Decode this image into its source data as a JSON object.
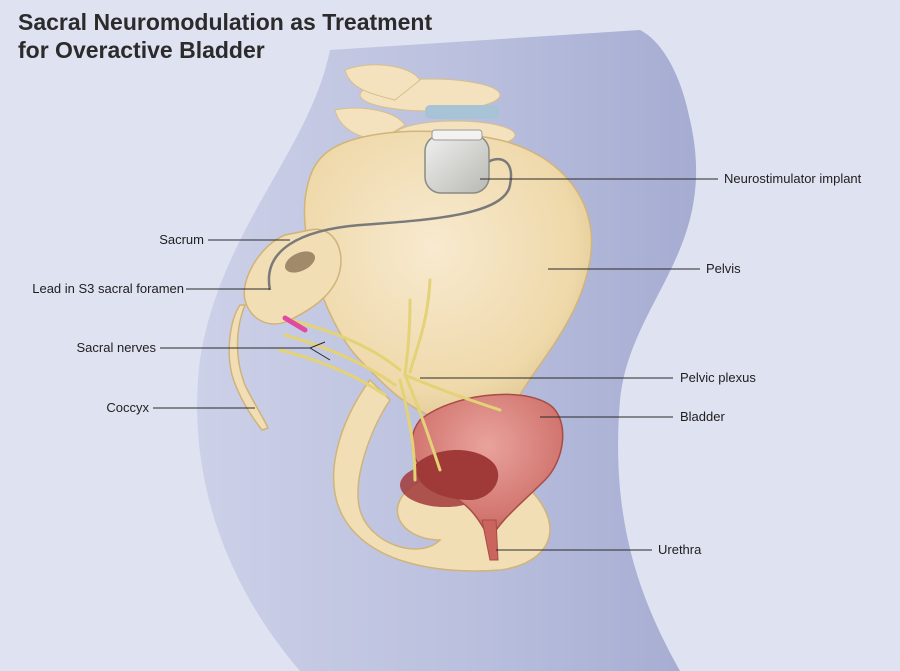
{
  "title": {
    "line1": "Sacral Neuromodulation as Treatment",
    "line2": "for Overactive Bladder"
  },
  "labels": {
    "sacrum": "Sacrum",
    "lead": "Lead in S3 sacral foramen",
    "sacral_nerves": "Sacral nerves",
    "coccyx": "Coccyx",
    "neurostimulator": "Neurostimulator implant",
    "pelvis": "Pelvis",
    "pelvic_plexus": "Pelvic plexus",
    "bladder": "Bladder",
    "urethra": "Urethra"
  },
  "colors": {
    "background": "#dfe2f1",
    "body_silhouette": "#b8bedc",
    "bone": "#f1deb4",
    "bone_shadow": "#d9c08a",
    "bladder": "#d9807a",
    "bladder_inner": "#a8403f",
    "nerve": "#e8d87a",
    "lead_wire": "#8a8a8a",
    "implant": "#d9d9d6",
    "leader_line": "#2a2a2a"
  }
}
